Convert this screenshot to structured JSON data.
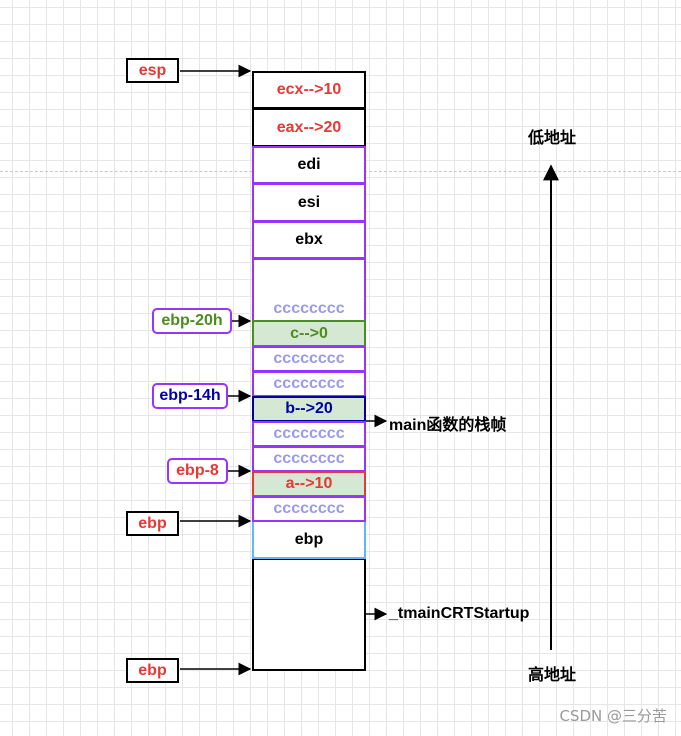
{
  "stack_cells": [
    {
      "text": "ecx-->10",
      "color": "#e53935"
    },
    {
      "text": "eax-->20",
      "color": "#e53935"
    },
    {
      "text": "edi",
      "color": "#000000"
    },
    {
      "text": "esi",
      "color": "#000000"
    },
    {
      "text": "ebx",
      "color": "#000000"
    },
    {
      "text": "cccccccc",
      "color": "#9999ee"
    },
    {
      "text": "c-->0",
      "color": "#4d8c1f"
    },
    {
      "text": "cccccccc",
      "color": "#9999ee"
    },
    {
      "text": "cccccccc",
      "color": "#9999ee"
    },
    {
      "text": "b-->20",
      "color": "#0000aa"
    },
    {
      "text": "cccccccc",
      "color": "#9999ee"
    },
    {
      "text": "cccccccc",
      "color": "#9999ee"
    },
    {
      "text": "a-->10",
      "color": "#e53935"
    },
    {
      "text": "cccccccc",
      "color": "#9999ee"
    },
    {
      "text": "ebp",
      "color": "#000000"
    }
  ],
  "pointers": [
    {
      "text": "esp",
      "color": "#e53935"
    },
    {
      "text": "ebp-20h",
      "color": "#4d8c1f"
    },
    {
      "text": "ebp-14h",
      "color": "#0000aa"
    },
    {
      "text": "ebp-8",
      "color": "#e53935"
    },
    {
      "text": "ebp",
      "color": "#e53935"
    },
    {
      "text": "ebp",
      "color": "#e53935"
    }
  ],
  "frame_labels": {
    "main_frame": "main函数的栈帧",
    "crt_frame": "_tmainCRTStartup"
  },
  "address_labels": {
    "low": "低地址",
    "high": "高地址"
  },
  "watermark": "CSDN @三分苦",
  "colors": {
    "purple_border": "#9933ff",
    "light_blue_border": "#66b3ff",
    "green_fill": "#d5e8d4"
  }
}
